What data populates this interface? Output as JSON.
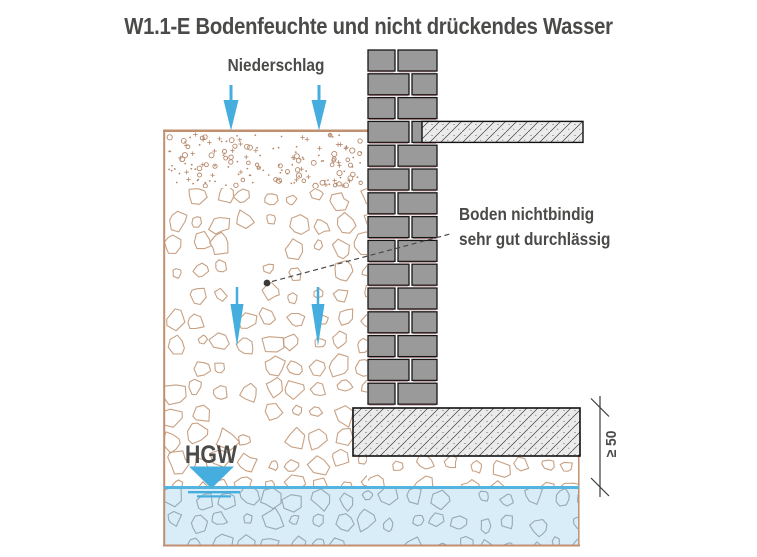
{
  "title": "W1.1-E Bodenfeuchte und nicht drückendes Wasser",
  "labels": {
    "precipitation": "Niederschlag",
    "soil_type_line1": "Boden nichtbindig",
    "soil_type_line2": "sehr gut durchlässig",
    "groundwater_level": "HGW",
    "min_distance": "≥ 50"
  },
  "colors": {
    "text": "#4a4a48",
    "water_blue": "#45aede",
    "groundwater_line": "#53b4e0",
    "soil_outline": "#c09070",
    "soil_stones": "#c8a183",
    "topsoil_marks": "#b5886a",
    "brick_fill": "#9a9a9a",
    "brick_edge": "#161616",
    "brick_bed_joint": "#8b4049",
    "water_zone_fill": "#d8edf8",
    "water_zone_stones": "#96a9b4",
    "concrete_fill": "#ebebeb",
    "hatch_line": "#3f3f3f",
    "dimension_line": "#3c3c3c"
  }
}
